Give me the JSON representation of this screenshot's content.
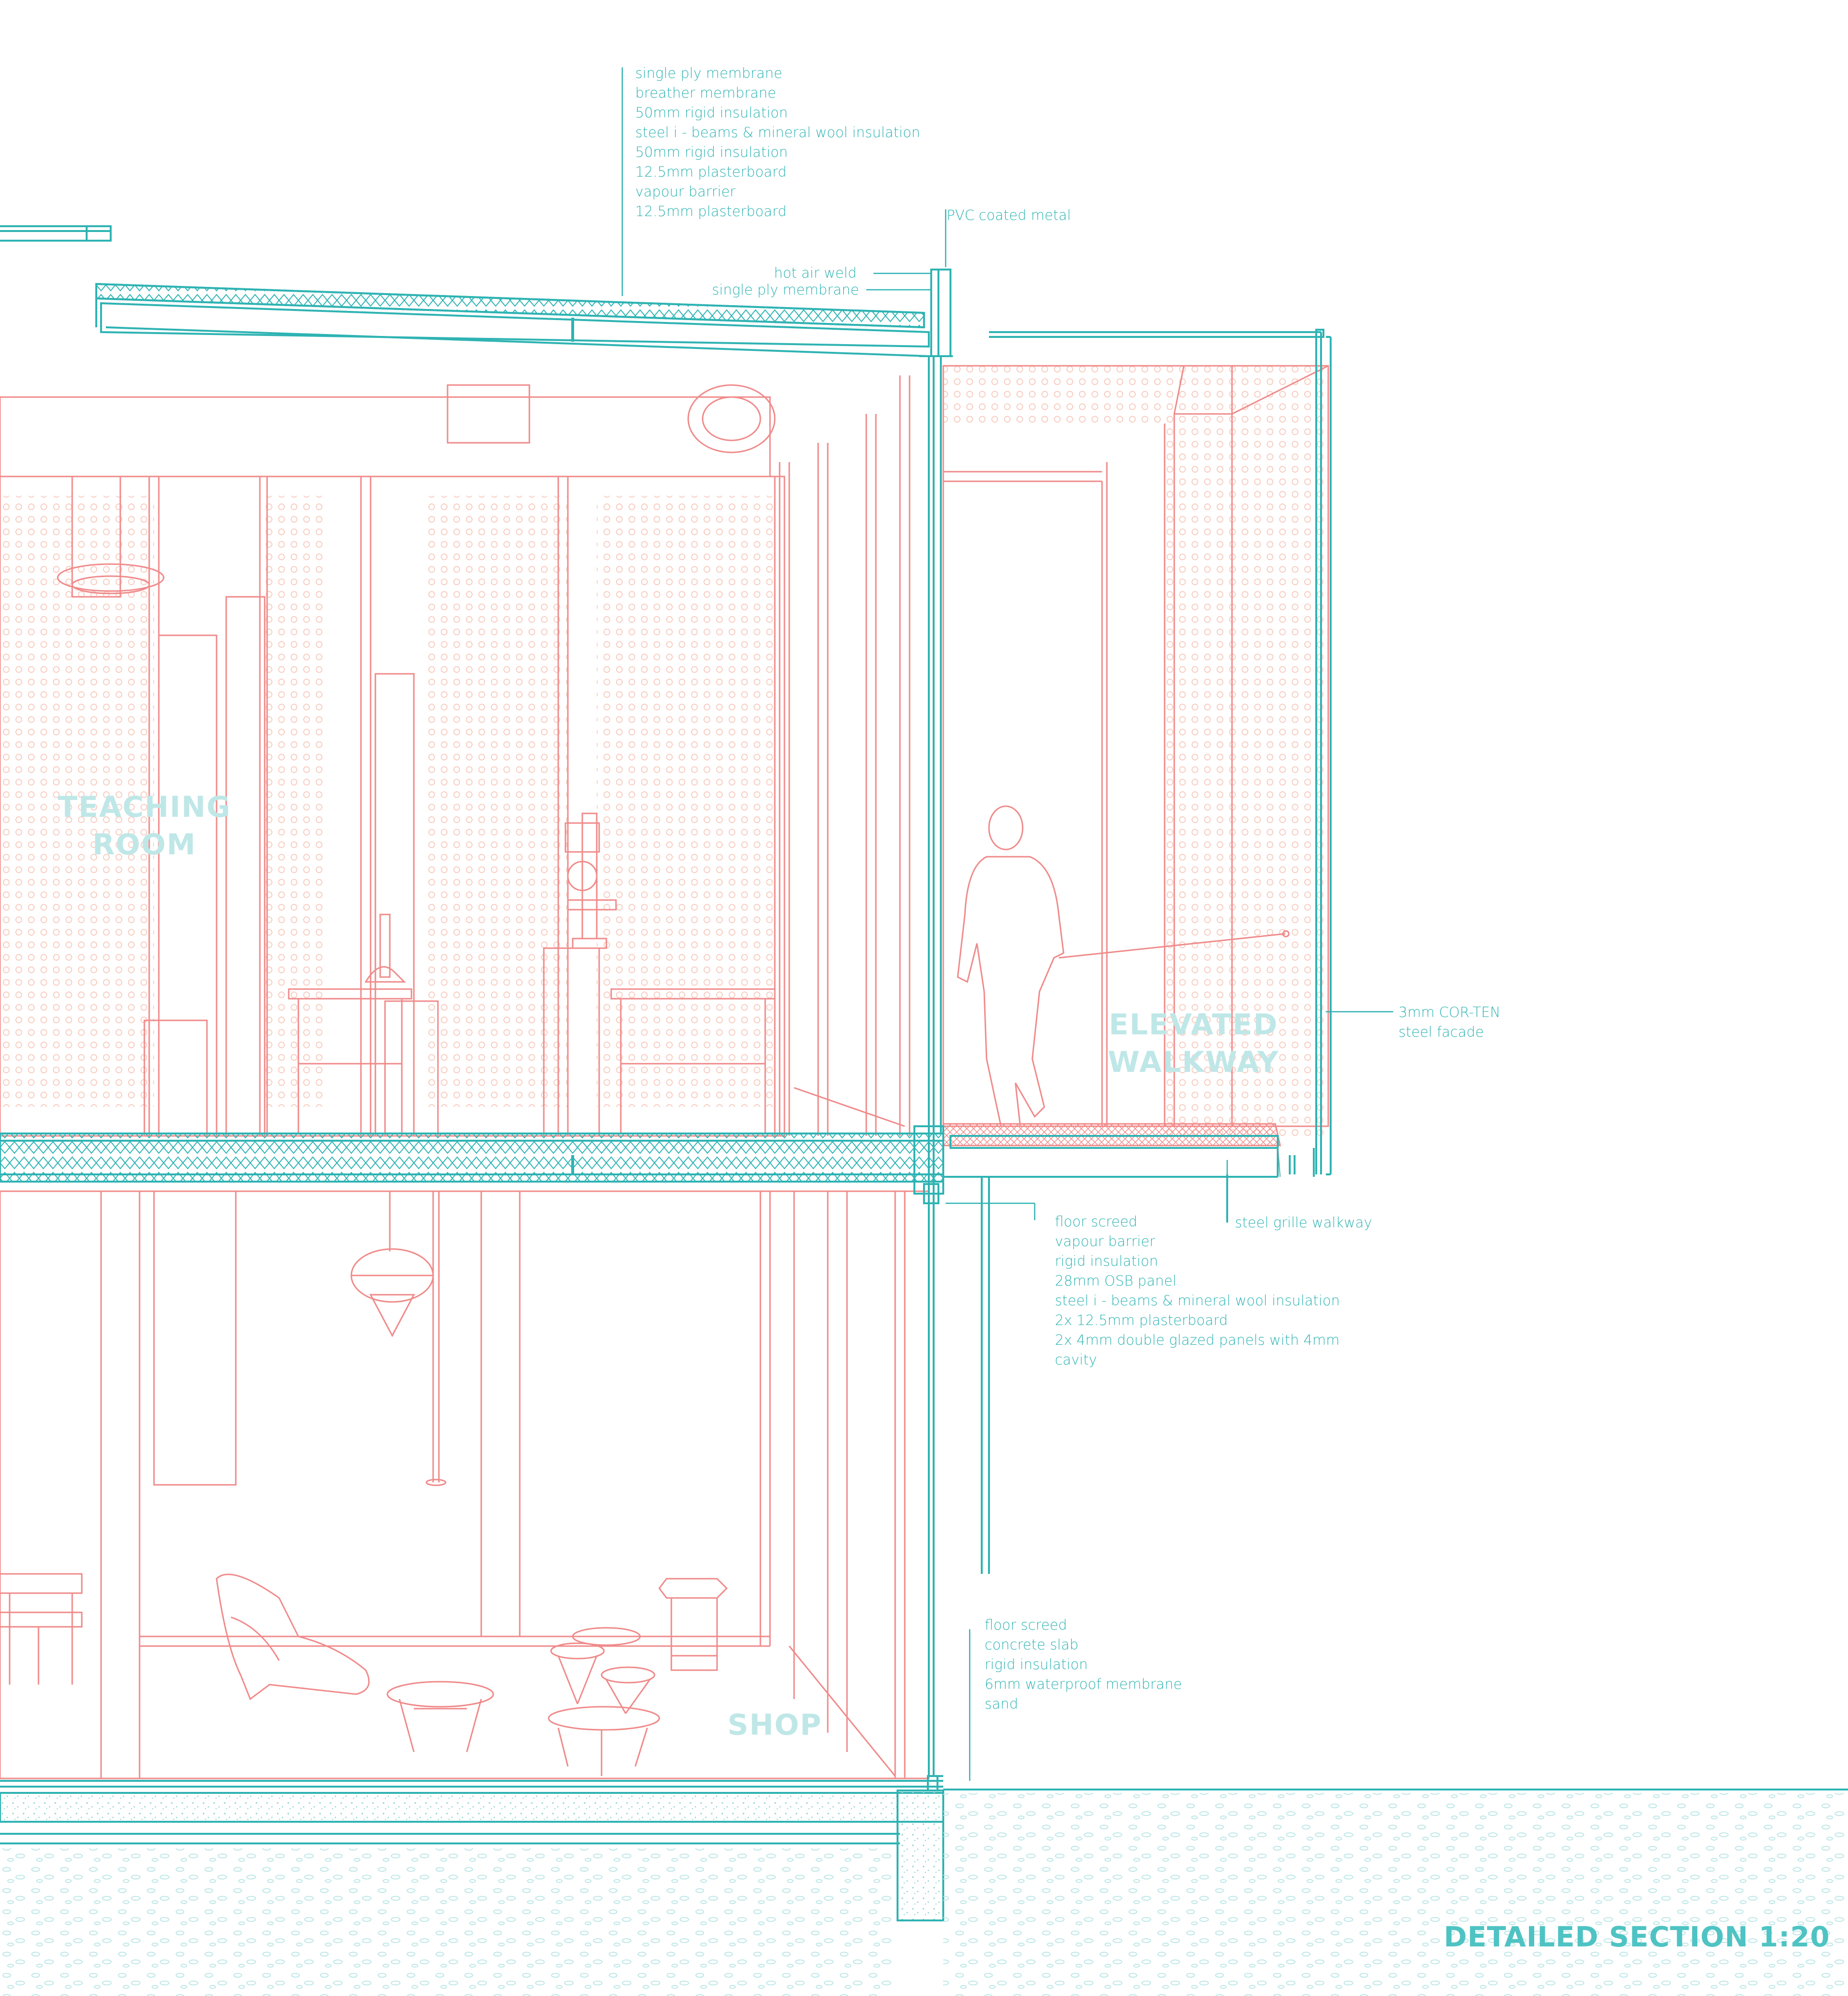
{
  "annotations": {
    "roof_layers": [
      "single ply membrane",
      "breather membrane",
      "50mm rigid insulation",
      "steel i - beams & mineral wool insulation",
      "50mm rigid insulation",
      "12.5mm plasterboard",
      "vapour barrier",
      "12.5mm plasterboard"
    ],
    "pvc": "PVC coated metal",
    "hot_air_weld": "hot air weld",
    "single_ply": "single ply membrane",
    "corten": [
      "3mm COR-TEN",
      "steel facade"
    ],
    "grille": "steel grille walkway",
    "floor_layers": [
      "floor screed",
      "vapour barrier",
      "rigid insulation",
      "28mm OSB panel",
      "steel i - beams & mineral wool insulation",
      "2x 12.5mm plasterboard",
      "2x 4mm double glazed panels  with 4mm",
      "cavity"
    ],
    "ground_layers": [
      "floor screed",
      "concrete slab",
      "rigid insulation",
      "6mm waterproof membrane",
      "sand"
    ]
  },
  "rooms": {
    "teaching": [
      "TEACHING",
      "ROOM"
    ],
    "walkway": [
      "ELEVATED",
      "WALKWAY"
    ],
    "shop": "SHOP"
  },
  "title": "DETAILED SECTION 1:20",
  "colors": {
    "teal": "#2fb3b3",
    "pink": "#f08a8a",
    "light_pink": "#f7c6b8",
    "light_teal": "#bfe7e7"
  }
}
